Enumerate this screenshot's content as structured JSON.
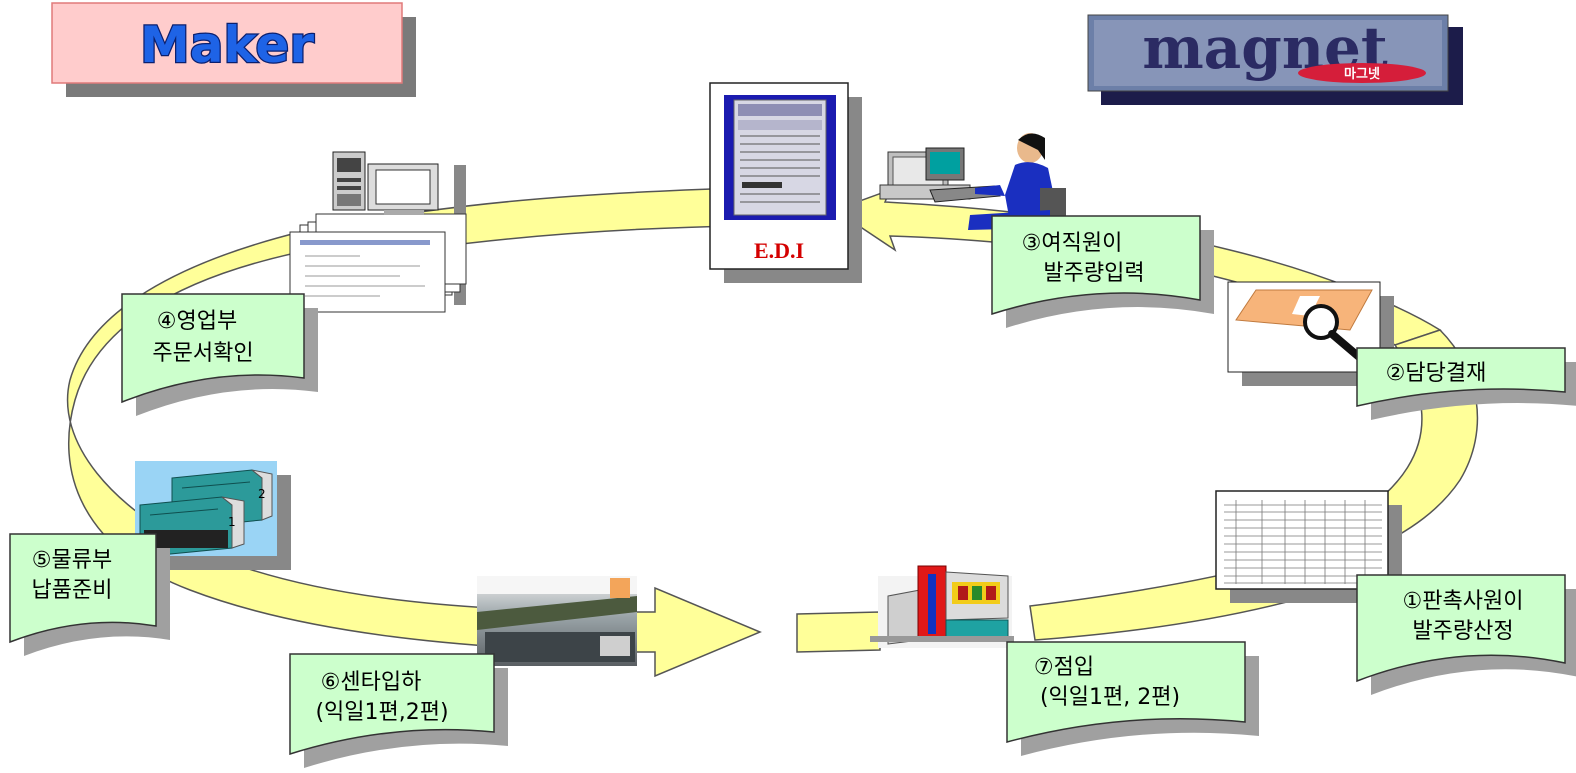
{
  "header": {
    "maker_label": "Maker",
    "magnet_logo": "magnet",
    "magnet_logo_sub": "마그넷"
  },
  "edi_label": "E.D.I",
  "steps": {
    "s1": {
      "line1": "①판촉사원이",
      "line2": "발주량산정"
    },
    "s2": {
      "line1": "②담당결재"
    },
    "s3": {
      "line1": "③여직원이",
      "line2": "발주량입력"
    },
    "s4": {
      "line1": "④영업부",
      "line2": "주문서확인"
    },
    "s5": {
      "line1": "⑤물류부",
      "line2": "납품준비"
    },
    "s6": {
      "line1": "⑥센타입하",
      "line2": "(익일1편,2편)"
    },
    "s7": {
      "line1": "⑦점입",
      "line2": "(익일1편,  2편)"
    }
  },
  "icons": [
    "edi-server-icon",
    "operator-at-computer-icon",
    "computer-with-documents-icon",
    "magnifier-approval-icon",
    "spreadsheet-icon",
    "warehouse-containers-icon",
    "distribution-center-photo-icon",
    "store-building-icon"
  ],
  "colors": {
    "arrow_fill": "#ffff99",
    "arrow_stroke": "#555555",
    "note_fill": "#ccffcc",
    "shadow": "#a0a0a0",
    "maker_box": "#ffcccc",
    "magnet_box": "#6c7fa8",
    "edi_text": "#d40000"
  }
}
